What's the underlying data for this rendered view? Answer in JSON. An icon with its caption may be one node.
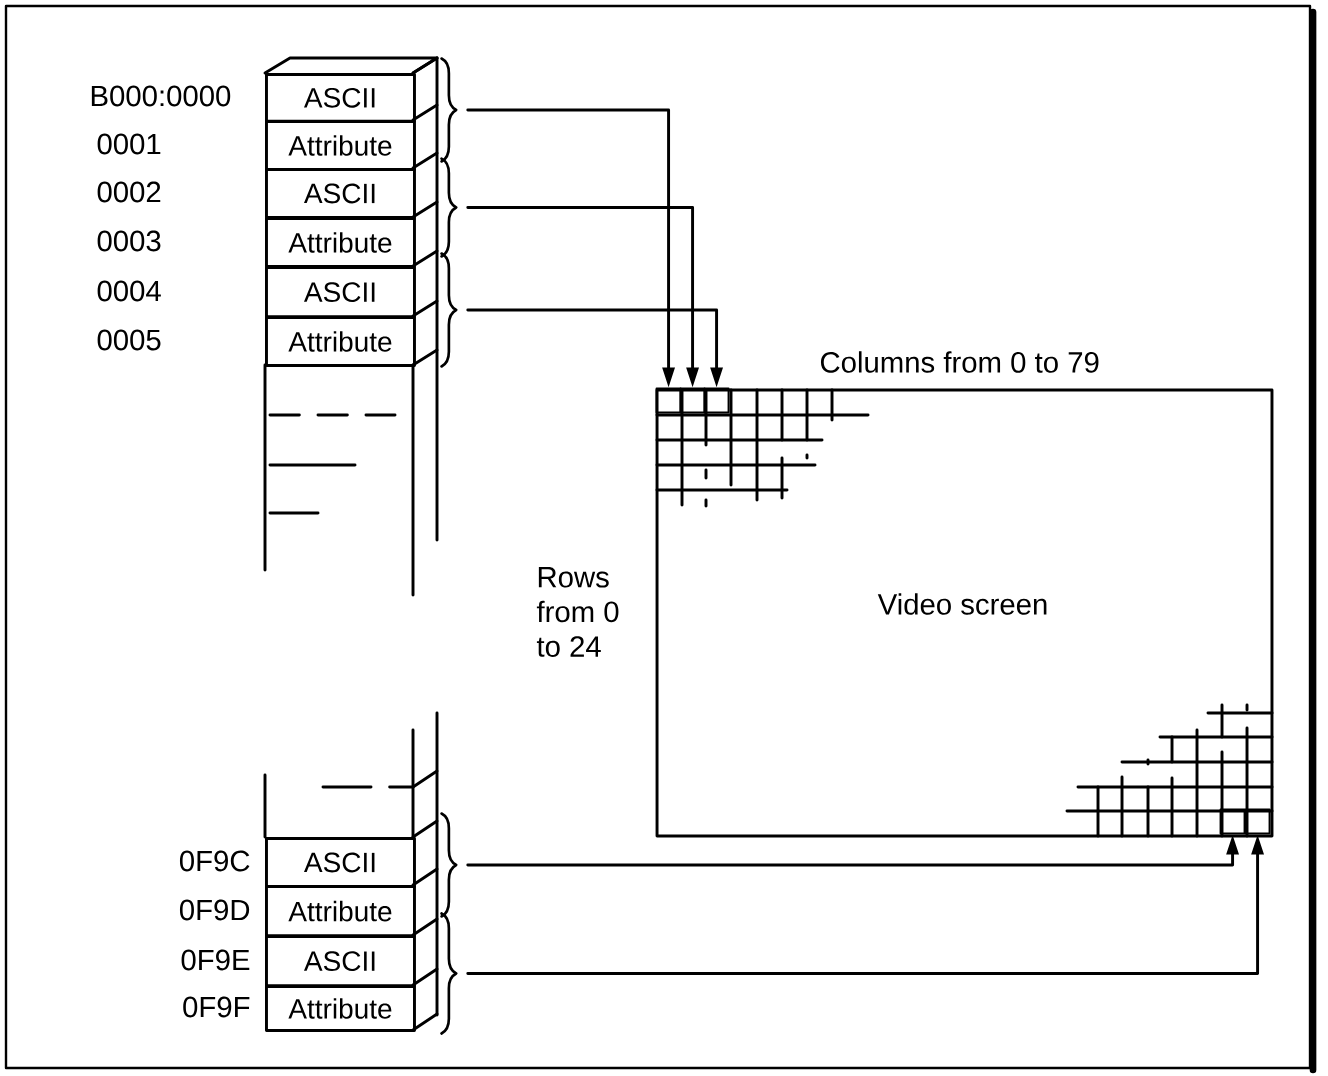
{
  "diagram": {
    "nodes": [
      {
        "text": [
          "ASCII"
        ],
        "beside": [
          "B000:0000"
        ]
      },
      {
        "text": [
          "Attribute"
        ],
        "beside": [
          "0001"
        ]
      },
      {
        "text": [
          "ASCII"
        ],
        "beside": [
          "0002"
        ]
      },
      {
        "text": [
          "Attribute"
        ],
        "beside": [
          "0003"
        ]
      },
      {
        "text": [
          "ASCII"
        ],
        "beside": [
          "0004"
        ]
      },
      {
        "text": [
          "Attribute"
        ],
        "beside": [
          "0005"
        ]
      },
      {
        "text": [],
        "shape": "brace"
      },
      {
        "text": [],
        "shape": "brace"
      },
      {
        "text": [],
        "shape": "brace"
      },
      {
        "text": [
          "ASCII"
        ],
        "beside": [
          "0F9C"
        ]
      },
      {
        "text": [
          "Attribute"
        ],
        "beside": [
          "0F9D"
        ]
      },
      {
        "text": [
          "ASCII"
        ],
        "beside": [
          "0F9E"
        ]
      },
      {
        "text": [
          "Attribute"
        ],
        "beside": [
          "0F9F"
        ]
      },
      {
        "text": [],
        "shape": "brace"
      },
      {
        "text": [],
        "shape": "brace"
      },
      {
        "text": [
          "Video screen"
        ]
      },
      {
        "text": [],
        "shape": "box",
        "in": 15
      },
      {
        "text": [],
        "shape": "box",
        "in": 15
      },
      {
        "text": [],
        "shape": "box",
        "in": 15
      },
      {
        "text": [],
        "shape": "box",
        "in": 15
      },
      {
        "text": [],
        "shape": "box",
        "in": 15
      }
    ],
    "edges": [
      {
        "from": 6,
        "to": 16,
        "arrow": "to"
      },
      {
        "from": 7,
        "to": 17,
        "arrow": "to"
      },
      {
        "from": 8,
        "to": 18,
        "arrow": "to"
      },
      {
        "from": 13,
        "to": 19,
        "arrow": "to"
      },
      {
        "from": 14,
        "to": 20,
        "arrow": "to"
      }
    ],
    "labels": [
      "Columns from 0 to 79",
      "Rows from 0 to 24"
    ]
  }
}
